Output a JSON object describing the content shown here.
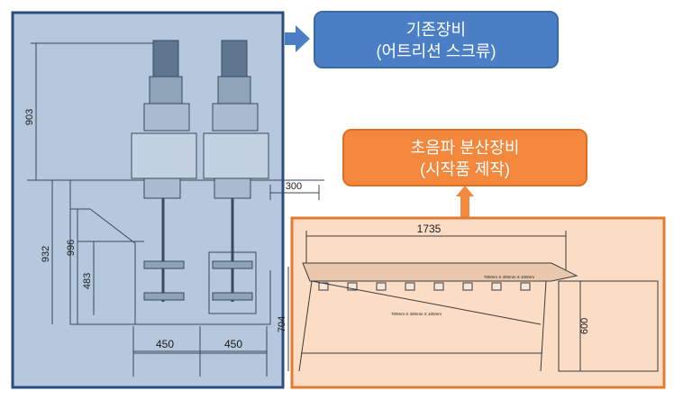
{
  "existing": {
    "title": "기존장비",
    "subtitle": "(어트리션 스크류)",
    "color": "#4a7fc6"
  },
  "new": {
    "title": "초음파 분산장비",
    "subtitle": "(시작품 제작)",
    "color": "#f3873c"
  },
  "left_drawing": {
    "dim_height_total": "903",
    "dim_height_tank": "932",
    "dim_shaft": "996",
    "dim_lower": "483",
    "dim_width_1": "450",
    "dim_width_2": "450",
    "dim_offset": "300"
  },
  "right_drawing": {
    "dim_length": "1735",
    "dim_height_frame": "704",
    "dim_height_support": "600",
    "tray_label_1": "700mm X 400mm X 100mm",
    "tray_label_2": "700mm X 400mm X 100mm"
  }
}
